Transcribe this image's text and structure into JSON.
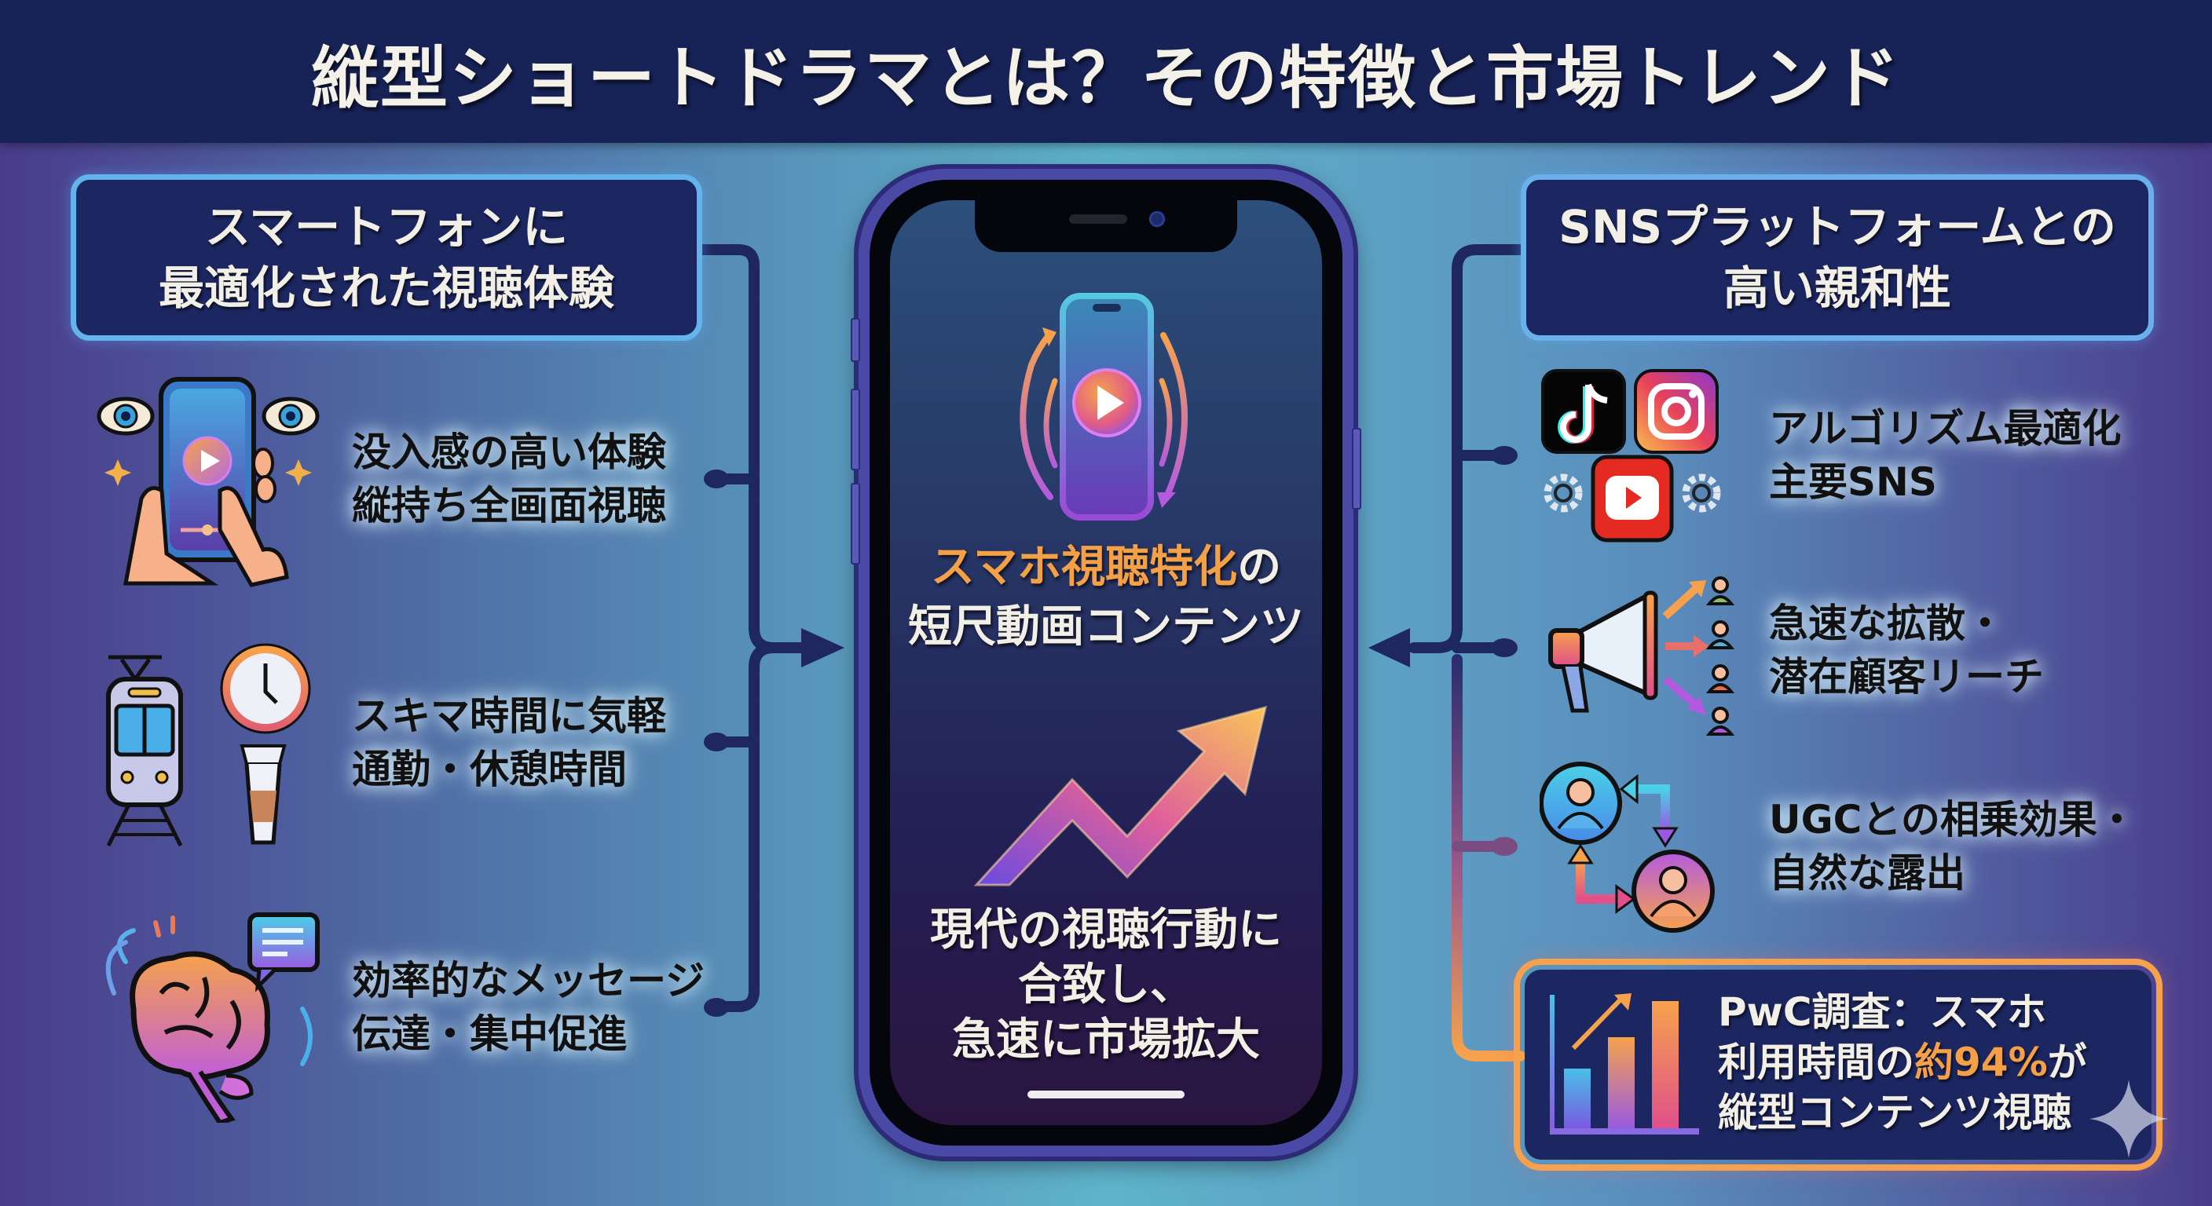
{
  "header": {
    "title": "縦型ショートドラマとは？その特徴と市場トレンド"
  },
  "left_section": {
    "title": "スマートフォンに\n最適化された視聴体験",
    "items": [
      {
        "icon": "phone-hand-eyes-icon",
        "text": "没入感の高い体験\n縦持ち全画面視聴"
      },
      {
        "icon": "train-clock-coffee-icon",
        "text": "スキマ時間に気軽\n通勤・休憩時間"
      },
      {
        "icon": "brain-message-icon",
        "text": "効率的なメッセージ\n伝達・集中促進"
      }
    ]
  },
  "center_phone": {
    "title_highlight": "スマホ視聴特化",
    "title_rest": "の",
    "title_line2": "短尺動画コンテンツ",
    "subtitle": "現代の視聴行動に\n合致し、\n急速に市場拡大",
    "icons": [
      "rotate-phone-play-icon",
      "trend-up-arrow-icon"
    ]
  },
  "right_section": {
    "title": "SNSプラットフォームとの\n高い親和性",
    "items": [
      {
        "icon": "sns-logos-icon",
        "text": "アルゴリズム最適化\n主要SNS",
        "logos": [
          "TikTok",
          "Instagram",
          "YouTube"
        ]
      },
      {
        "icon": "megaphone-audience-icon",
        "text": "急速な拡散・\n潜在顧客リーチ"
      },
      {
        "icon": "ugc-exchange-icon",
        "text": "UGCとの相乗効果・\n自然な露出"
      }
    ]
  },
  "stat_box": {
    "line1": "PwC調査：スマホ",
    "line2_pre": "利用時間の",
    "line2_highlight": "約94%",
    "line2_post": "が",
    "line3": "縦型コンテンツ視聴",
    "icon": "bar-chart-growth-icon"
  },
  "colors": {
    "header_bg": "#172257",
    "box_bg": "#1c2660",
    "box_border": "#63b4ec",
    "accent_orange": "#f4a046",
    "connector": "#1f2760"
  }
}
